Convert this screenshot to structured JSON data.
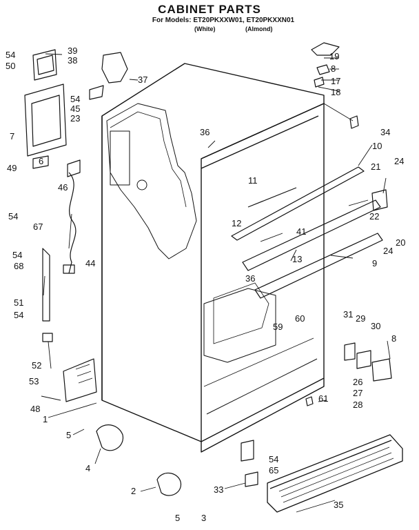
{
  "header": {
    "title": "CABINET PARTS",
    "models": "For Models: ET20PKXXW01, ET20PKXXN01",
    "white": "(White)",
    "almond": "(Almond)"
  },
  "callouts": [
    "54",
    "50",
    "39",
    "38",
    "37",
    "19",
    "8",
    "17",
    "18",
    "54",
    "45",
    "23",
    "7",
    "49",
    "6",
    "46",
    "36",
    "34",
    "10",
    "11",
    "21",
    "24",
    "12",
    "22",
    "41",
    "54",
    "67",
    "54",
    "68",
    "13",
    "44",
    "36",
    "9",
    "20",
    "24",
    "51",
    "54",
    "60",
    "59",
    "31",
    "29",
    "30",
    "8",
    "52",
    "53",
    "48",
    "1",
    "26",
    "27",
    "28",
    "61",
    "5",
    "4",
    "54",
    "65",
    "2",
    "33",
    "5",
    "3",
    "35"
  ]
}
